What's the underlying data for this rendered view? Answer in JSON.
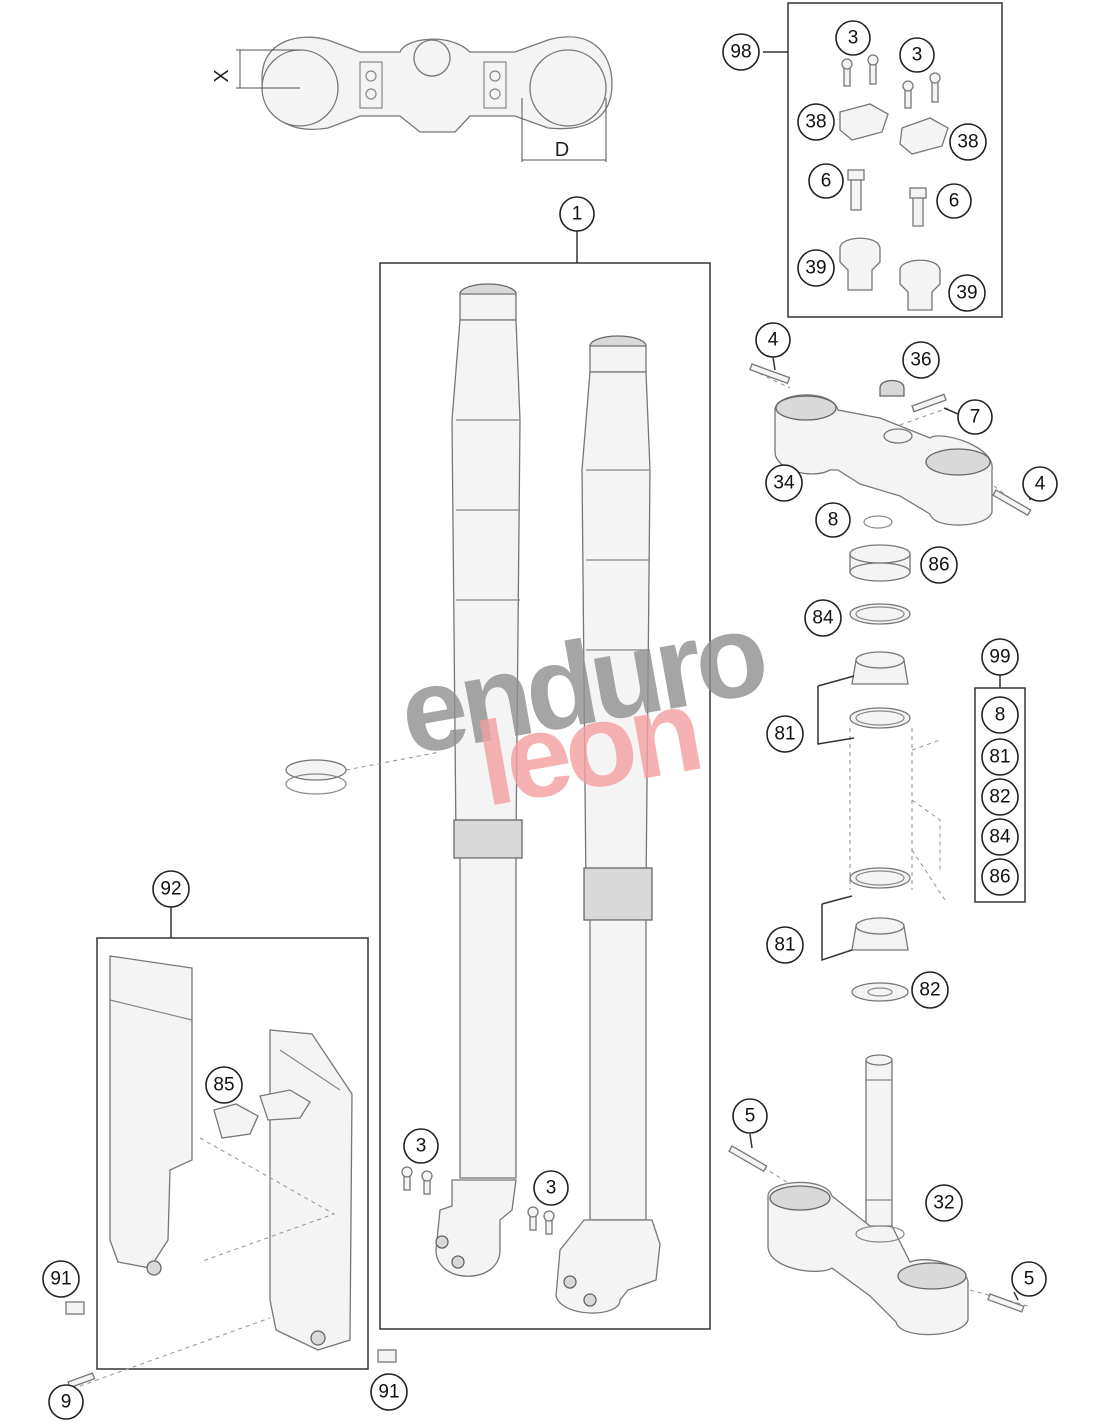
{
  "dimension_labels": {
    "x": "X",
    "d": "D"
  },
  "watermark": {
    "line1": "enduro",
    "line2": "leon"
  },
  "callouts": [
    "1",
    "98",
    "3",
    "3",
    "38",
    "38",
    "6",
    "6",
    "39",
    "39",
    "4",
    "36",
    "7",
    "34",
    "4",
    "8",
    "86",
    "84",
    "99",
    "8",
    "81",
    "82",
    "84",
    "86",
    "81",
    "81",
    "82",
    "5",
    "32",
    "5",
    "85",
    "92",
    "3",
    "3",
    "91",
    "9",
    "91"
  ]
}
